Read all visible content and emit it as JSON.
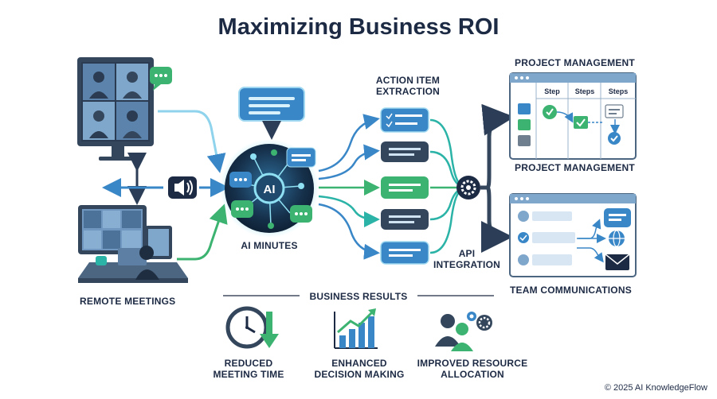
{
  "title": "Maximizing Business ROI",
  "labels": {
    "remote_meetings": "REMOTE MEETINGS",
    "ai_minutes": "AI MINUTES",
    "ai_core": "AI",
    "action_item_extraction": "ACTION ITEM EXTRACTION",
    "api_integration": "API INTEGRATION",
    "project_management_top": "PROJECT MANAGEMENT",
    "project_management_bottom": "PROJECT MANAGEMENT",
    "team_communications": "TEAM COMMUNICATIONS",
    "business_results": "BUSINESS RESULTS"
  },
  "board_columns": [
    "Step",
    "Steps",
    "Steps"
  ],
  "results": [
    {
      "line1": "REDUCED",
      "line2": "MEETING TIME",
      "icon": "clock-icon"
    },
    {
      "line1": "ENHANCED",
      "line2": "DECISION MAKING",
      "icon": "growth-chart-icon"
    },
    {
      "line1": "IMPROVED RESOURCE",
      "line2": "ALLOCATION",
      "icon": "people-gear-icon"
    }
  ],
  "copyright": "© 2025 AI KnowledgeFlow",
  "colors": {
    "navy": "#1d2a44",
    "blue": "#3a87c8",
    "teal": "#2ab3a6",
    "green": "#3cb371",
    "dark_slate": "#33465c"
  }
}
